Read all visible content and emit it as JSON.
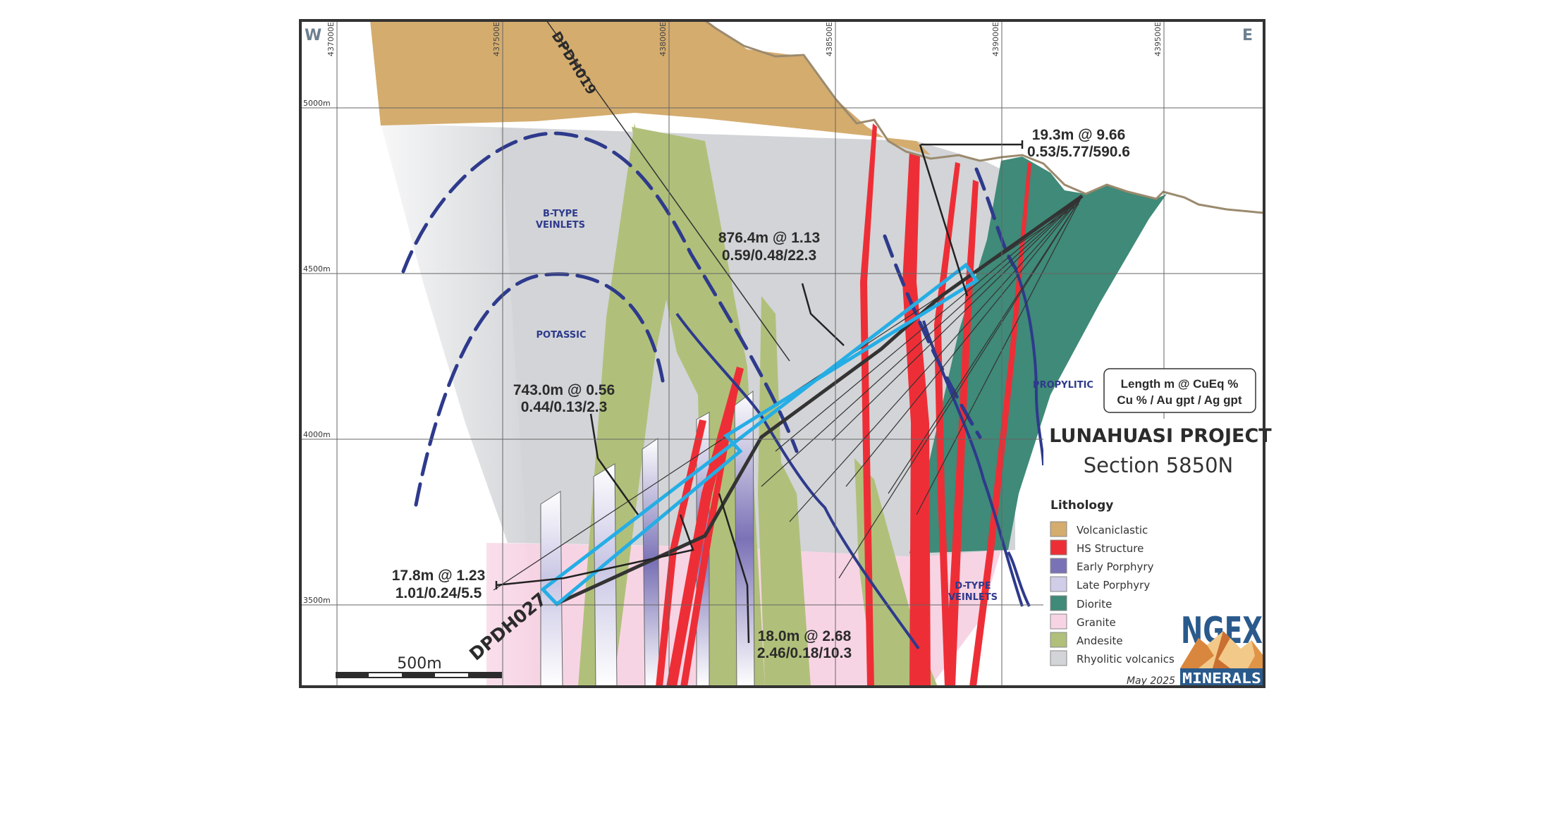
{
  "figure": {
    "direction_west": "W",
    "direction_east": "E",
    "project_title": "LUNAHUASI PROJECT",
    "section_title": "Section 5850N",
    "date": "May 2025",
    "scale_bar_label": "500m",
    "key_box": {
      "line1": "Length m @ CuEq %",
      "line2": "Cu % / Au gpt / Ag gpt"
    },
    "logo": {
      "top": "NGEX",
      "bottom": "MINERALS"
    }
  },
  "eastings": [
    "437000E",
    "437500E",
    "438000E",
    "438500E",
    "439000E",
    "439500E"
  ],
  "elevations": [
    "5000m",
    "4500m",
    "4000m",
    "3500m"
  ],
  "drill_holes": [
    "DPDH019",
    "DPDH027"
  ],
  "zone_labels": {
    "b_type_1": "B-TYPE",
    "b_type_2": "VEINLETS",
    "potassic": "POTASSIC",
    "propylitic": "PROPYLITIC",
    "d_type_1": "D-TYPE",
    "d_type_2": "VEINLETS"
  },
  "intercepts": [
    {
      "line1": "19.3m @ 9.66",
      "line2": "0.53/5.77/590.6"
    },
    {
      "line1": "876.4m @ 1.13",
      "line2": "0.59/0.48/22.3"
    },
    {
      "line1": "743.0m @ 0.56",
      "line2": "0.44/0.13/2.3"
    },
    {
      "line1": "17.8m @ 1.23",
      "line2": "1.01/0.24/5.5"
    },
    {
      "line1": "18.0m @ 2.68",
      "line2": "2.46/0.18/10.3"
    }
  ],
  "legend": {
    "title": "Lithology",
    "items": [
      {
        "label": "Volcaniclastic",
        "color": "#d4ac6e"
      },
      {
        "label": "HS Structure",
        "color": "#ee2e36"
      },
      {
        "label": "Early Porphyry",
        "color": "#7a72b6"
      },
      {
        "label": "Late Porphyry",
        "color": "#cfcde8"
      },
      {
        "label": "Diorite",
        "color": "#3f8a78"
      },
      {
        "label": "Granite",
        "color": "#f7d4e4"
      },
      {
        "label": "Andesite",
        "color": "#b0c07a"
      },
      {
        "label": "Rhyolitic volcanics",
        "color": "#d2d4d7"
      }
    ]
  },
  "colors": {
    "topography": "#9b8a6e",
    "alteration_lines": "#2e3a8c",
    "intercept_box": "#25aee5",
    "drill_trace": "#333333",
    "frame": "#333333",
    "grid": "#666666"
  }
}
